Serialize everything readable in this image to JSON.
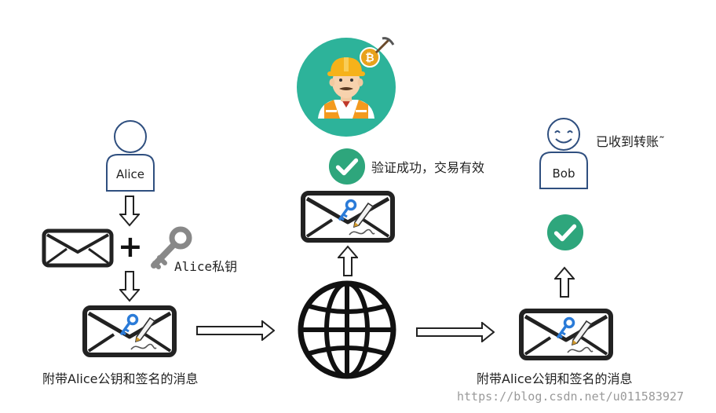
{
  "alice": {
    "label": "Alice"
  },
  "bob": {
    "label": "Bob",
    "message": "已收到转账˜"
  },
  "key_label": "Alice私钥",
  "plus_symbol": "+",
  "verify_label": "验证成功，交易有效",
  "caption_left": "附带Alice公钥和签名的消息",
  "caption_right": "附带Alice公钥和签名的消息",
  "watermark": "https://blog.csdn.net/u011583927",
  "colors": {
    "outline": "#2f4f7f",
    "envelope": "#222222",
    "check_green": "#2ea67c",
    "miner_bg": "#2db39a",
    "key_blue": "#2a7bd8",
    "key_gray": "#888888",
    "helmet": "#f6b21a",
    "vest": "#f39a1e",
    "coin": "#e8a21b"
  },
  "icons": [
    "person-icon",
    "envelope-icon",
    "key-icon",
    "globe-icon",
    "check-icon",
    "miner-icon",
    "arrow-icon",
    "plus-icon"
  ]
}
